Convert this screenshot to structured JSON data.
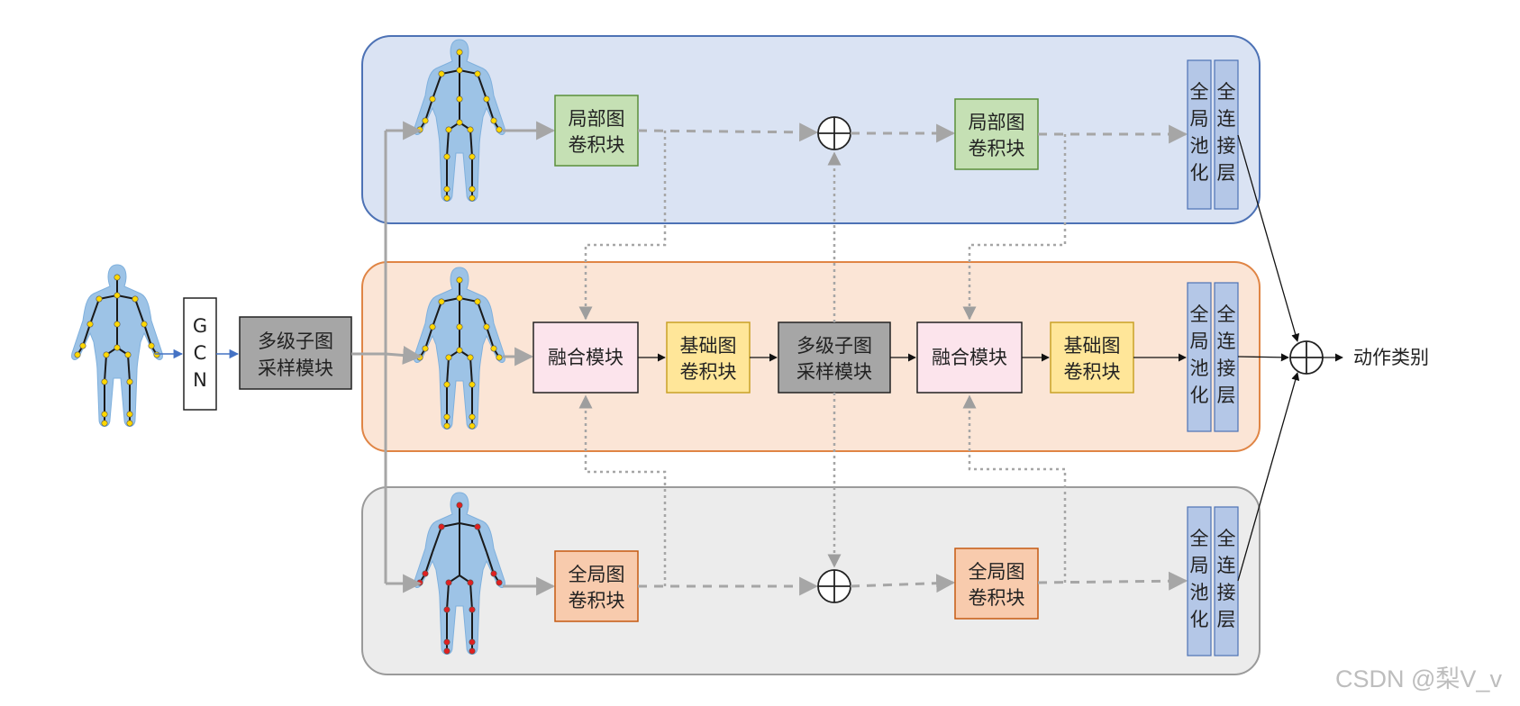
{
  "blocks": {
    "gcn": [
      "G",
      "C",
      "N"
    ],
    "sampling_left": [
      "多级子图",
      "采样模块"
    ],
    "sampling_mid": [
      "多级子图",
      "采样模块"
    ],
    "local_conv_1": [
      "局部图",
      "卷积块"
    ],
    "local_conv_2": [
      "局部图",
      "卷积块"
    ],
    "fusion_1": "融合模块",
    "fusion_2": "融合模块",
    "basic_conv_1": [
      "基础图",
      "卷积块"
    ],
    "basic_conv_2": [
      "基础图",
      "卷积块"
    ],
    "global_conv_1": [
      "全局图",
      "卷积块"
    ],
    "global_conv_2": [
      "全局图",
      "卷积块"
    ],
    "global_pool": [
      "全",
      "局",
      "池",
      "化"
    ],
    "fc": [
      "全",
      "连",
      "接",
      "层"
    ]
  },
  "output_label": "动作类别",
  "watermark": "CSDN @梨V_v",
  "colors": {
    "top_branch": "#dae3f3",
    "top_border": "#4d72b5",
    "mid_branch": "#fbe5d6",
    "mid_border": "#e08545",
    "bottom_branch": "#ececec",
    "bottom_border": "#9a9a9a",
    "local_block": "#c5e0b4",
    "global_block": "#f8cbad",
    "basic_block": "#ffe699",
    "fusion_block": "#fce4ec",
    "sampling_block": "#a6a6a6",
    "head_block": "#b4c7e7",
    "skeleton_fill": "#9dc3e6",
    "joint_yellow": "#ffd700",
    "joint_red": "#e02020"
  }
}
